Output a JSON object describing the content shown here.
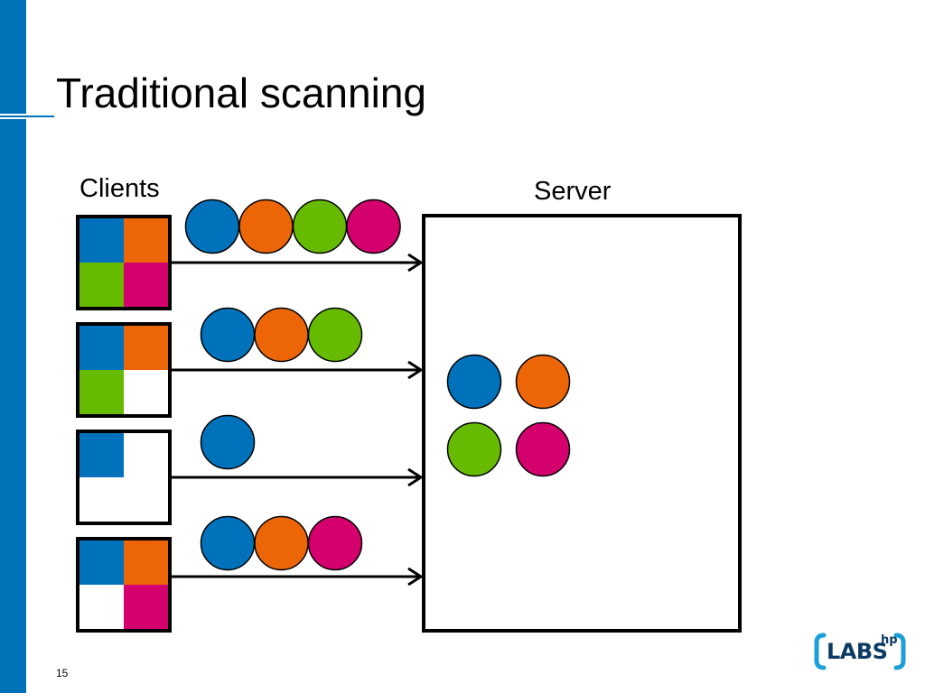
{
  "slide": {
    "title": "Traditional scanning",
    "page_number": "15"
  },
  "labels": {
    "clients": "Clients",
    "server": "Server"
  },
  "logo": {
    "text": "LABS",
    "superscript": "hp"
  },
  "colors": {
    "brand_blue": "#0072b8",
    "blue": "#0072bb",
    "orange": "#ec6608",
    "green": "#66bb00",
    "magenta": "#d4006e"
  },
  "clients": [
    {
      "owned": [
        "blue",
        "orange",
        "green",
        "magenta"
      ]
    },
    {
      "owned": [
        "blue",
        "orange",
        "green"
      ]
    },
    {
      "owned": [
        "blue"
      ]
    },
    {
      "owned": [
        "blue",
        "orange",
        "magenta"
      ]
    }
  ],
  "server_items": [
    "blue",
    "orange",
    "green",
    "magenta"
  ]
}
